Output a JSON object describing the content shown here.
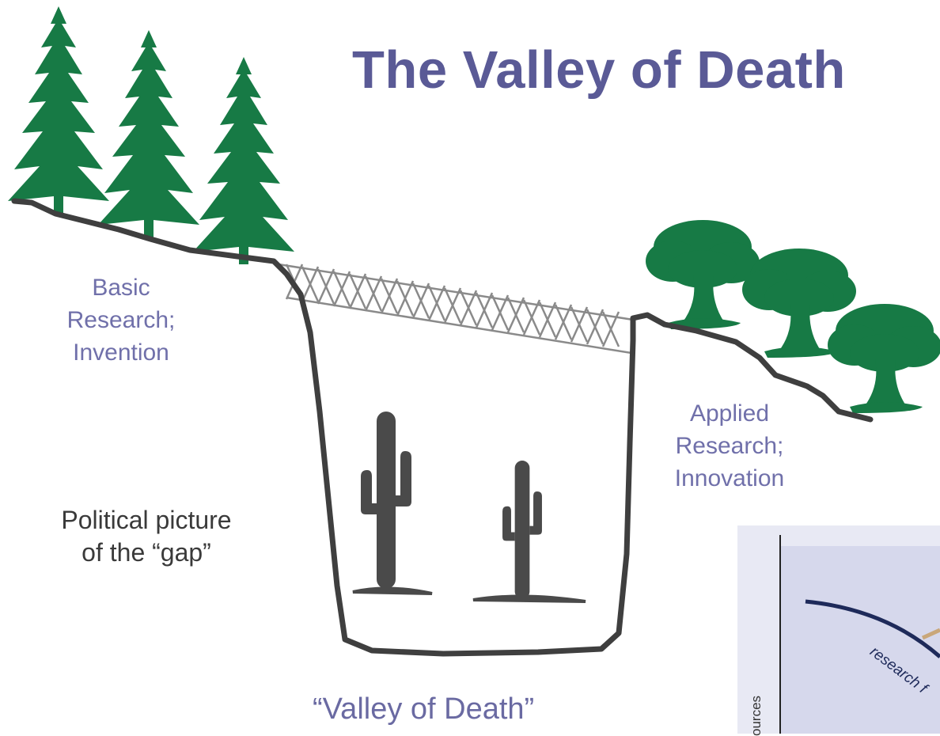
{
  "title": "The Valley of Death",
  "labels": {
    "basic": [
      "Basic",
      "Research;",
      "Invention"
    ],
    "applied": [
      "Applied",
      "Research;",
      "Innovation"
    ],
    "political": [
      "Political picture",
      "of the “gap”"
    ],
    "valley": "“Valley of Death”"
  },
  "inset": {
    "curve_label": "research f",
    "axis_label": "ources"
  },
  "colors": {
    "title": "#5a5a96",
    "label": "#7070aa",
    "tree": "#177a45",
    "ground": "#3f3f3f",
    "inset_bg": "#d6d8ec",
    "inset_curve": "#1e2a5a",
    "inset_curve2": "#c9a77a"
  },
  "icons": [
    "pine-tree-icon",
    "oak-tree-icon",
    "cactus-icon",
    "bridge-icon"
  ]
}
